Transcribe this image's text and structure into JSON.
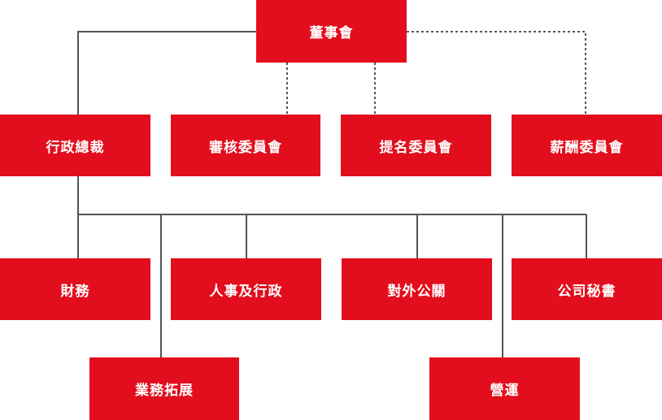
{
  "colors": {
    "box_fill": "#e30e1d",
    "box_text": "#ffffff",
    "line": "#555555"
  },
  "board": {
    "label": "董事會"
  },
  "committees": [
    {
      "label": "審核委員會"
    },
    {
      "label": "提名委員會"
    },
    {
      "label": "薪酬委員會"
    }
  ],
  "ceo": {
    "label": "行政總裁"
  },
  "departments": [
    {
      "label": "財務"
    },
    {
      "label": "人事及行政"
    },
    {
      "label": "對外公關"
    },
    {
      "label": "公司秘書"
    },
    {
      "label": "業務拓展"
    },
    {
      "label": "營運"
    }
  ]
}
